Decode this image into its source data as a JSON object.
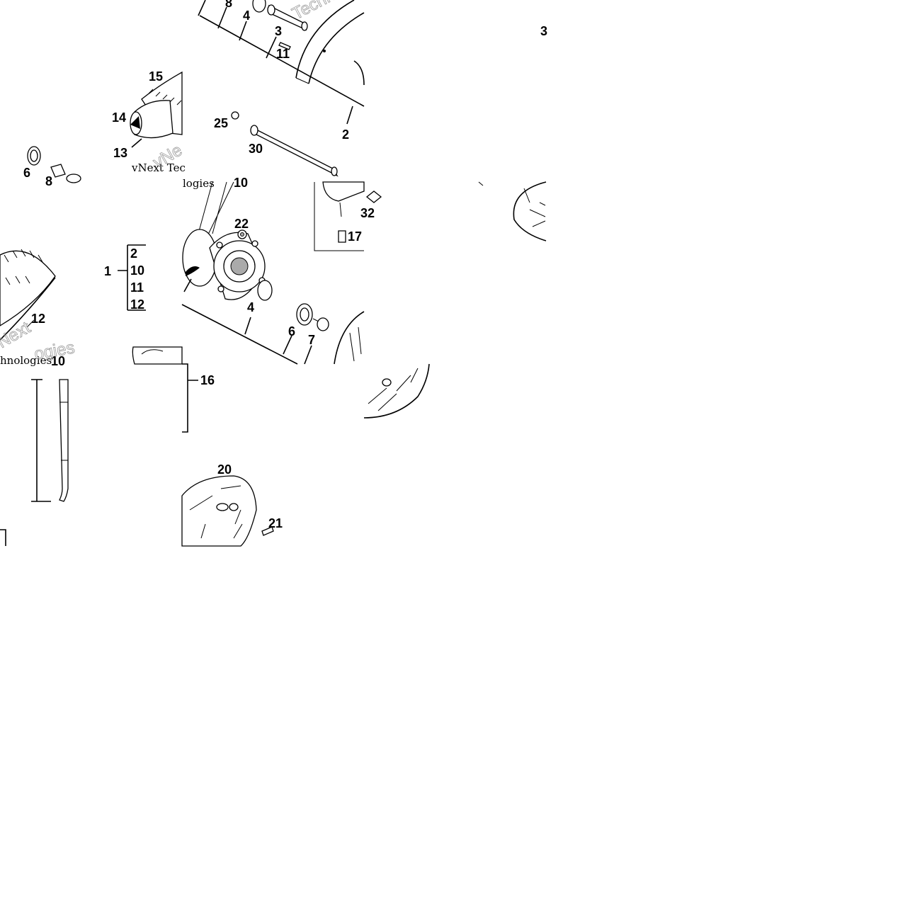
{
  "callouts": {
    "n8": "8",
    "n4a": "4",
    "n3": "3",
    "n11a": "11",
    "n3b": "3",
    "n15": "15",
    "n14": "14",
    "n13": "13",
    "n25": "25",
    "n30": "30",
    "n2a": "2",
    "n6a": "6",
    "n8b": "8",
    "n10a": "10",
    "n22": "22",
    "n32": "32",
    "n17": "17",
    "n1": "1",
    "n2b": "2",
    "n10b": "10",
    "n11b": "11",
    "n12b": "12",
    "n12a": "12",
    "n10c": "10",
    "n4b": "4",
    "n6b": "6",
    "n7": "7",
    "n16": "16",
    "n20": "20",
    "n21": "21"
  },
  "watermark": {
    "line1": "vNext Tec",
    "line2": "hnologies",
    "line3": "Techn",
    "line4": "vNe",
    "line5": "Next",
    "line6": "ogies",
    "line7": "logies"
  }
}
